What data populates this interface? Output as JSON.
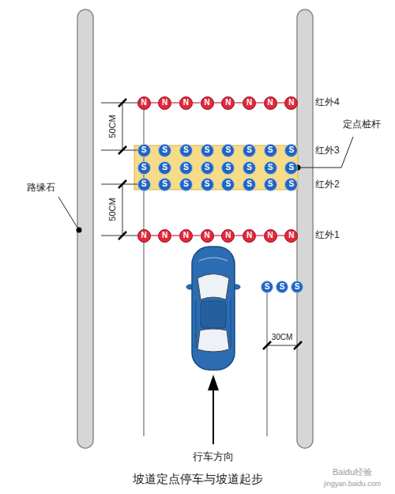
{
  "diagram": {
    "caption": "坡道定点停车与坡道起步",
    "nodes": [
      {
        "text": [
          "N"
        ]
      },
      {
        "text": [
          "N"
        ]
      },
      {
        "text": [
          "N"
        ]
      },
      {
        "text": [
          "N"
        ]
      },
      {
        "text": [
          "N"
        ]
      },
      {
        "text": [
          "N"
        ]
      },
      {
        "text": [
          "N"
        ]
      },
      {
        "text": [
          "N"
        ]
      },
      {
        "text": [
          "S"
        ]
      },
      {
        "text": [
          "S"
        ]
      },
      {
        "text": [
          "S"
        ]
      },
      {
        "text": [
          "S"
        ]
      },
      {
        "text": [
          "S"
        ]
      },
      {
        "text": [
          "S"
        ]
      },
      {
        "text": [
          "S"
        ]
      },
      {
        "text": [
          "S"
        ]
      },
      {
        "text": [
          "S"
        ]
      },
      {
        "text": [
          "S"
        ]
      },
      {
        "text": [
          "S"
        ]
      },
      {
        "text": [
          "S"
        ]
      },
      {
        "text": [
          "S"
        ]
      },
      {
        "text": [
          "S"
        ]
      },
      {
        "text": [
          "S"
        ]
      },
      {
        "text": [
          "S"
        ]
      },
      {
        "text": [
          "S"
        ]
      },
      {
        "text": [
          "S"
        ]
      },
      {
        "text": [
          "S"
        ]
      },
      {
        "text": [
          "S"
        ]
      },
      {
        "text": [
          "S"
        ]
      },
      {
        "text": [
          "S"
        ]
      },
      {
        "text": [
          "S"
        ]
      },
      {
        "text": [
          "S"
        ]
      },
      {
        "text": [
          "N"
        ]
      },
      {
        "text": [
          "N"
        ]
      },
      {
        "text": [
          "N"
        ]
      },
      {
        "text": [
          "N"
        ]
      },
      {
        "text": [
          "N"
        ]
      },
      {
        "text": [
          "N"
        ]
      },
      {
        "text": [
          "N"
        ]
      },
      {
        "text": [
          "N"
        ]
      },
      {
        "text": [
          "S"
        ]
      },
      {
        "text": [
          "S"
        ]
      },
      {
        "text": [
          "S"
        ]
      }
    ],
    "edges": [
      {
        "from": 0,
        "to": 1,
        "arrow": "none"
      },
      {
        "from": 1,
        "to": 2,
        "arrow": "none"
      },
      {
        "from": 2,
        "to": 3,
        "arrow": "none"
      },
      {
        "from": 3,
        "to": 4,
        "arrow": "none"
      },
      {
        "from": 4,
        "to": 5,
        "arrow": "none"
      },
      {
        "from": 5,
        "to": 6,
        "arrow": "none"
      },
      {
        "from": 6,
        "to": 7,
        "arrow": "none"
      },
      {
        "from": 32,
        "to": 33,
        "arrow": "none"
      },
      {
        "from": 33,
        "to": 34,
        "arrow": "none"
      },
      {
        "from": 34,
        "to": 35,
        "arrow": "none"
      },
      {
        "from": 35,
        "to": 36,
        "arrow": "none"
      },
      {
        "from": 36,
        "to": 37,
        "arrow": "none"
      },
      {
        "from": 37,
        "to": 38,
        "arrow": "none"
      },
      {
        "from": 38,
        "to": 39,
        "arrow": "none"
      }
    ],
    "labels": [
      "红外4",
      "红外3",
      "红外2",
      "红外1",
      "定点桩杆",
      "路缘石",
      "50CM",
      "50CM",
      "30CM",
      "行车方向",
      "Baidu经验",
      "jingyan.baidu.com"
    ]
  }
}
